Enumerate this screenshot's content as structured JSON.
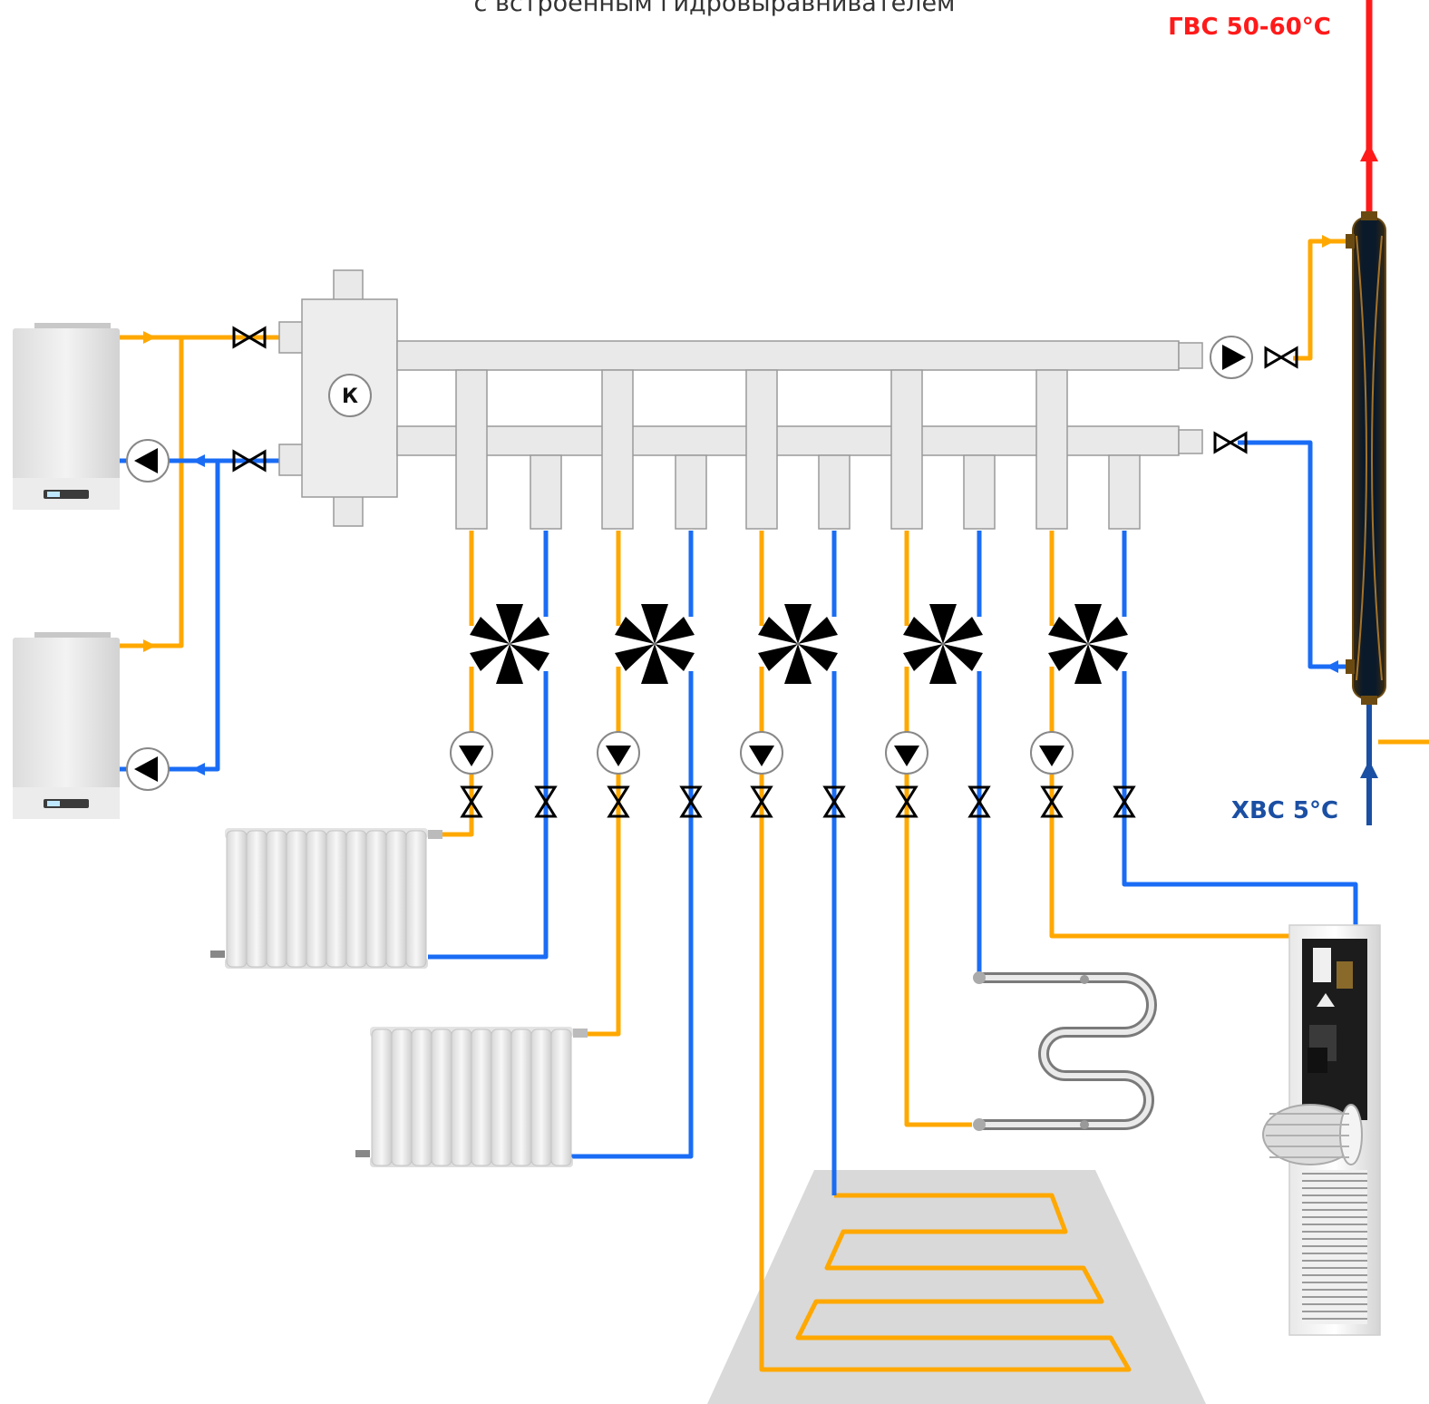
{
  "title_line": "с встроенным гидровыравнивателем",
  "dhw_label": "ГВС 50-60°С",
  "cold_water_label": "ХВС 5°С",
  "hydraulic_separator_letter": "К",
  "colors": {
    "supply": "#FFA800",
    "return": "#1A6CF5",
    "dhw": "#FF1A1A",
    "cold_water": "#1B4FA3",
    "manifold": "#E9E9E9",
    "floor": "#D9D9D9"
  },
  "components": {
    "boilers": [
      "boiler-icon",
      "boiler-icon"
    ],
    "heating_circuits": [
      "radiator",
      "radiator",
      "underfloor-heating",
      "towel-rail",
      "trench-convector"
    ],
    "water_heater": "indirect-water-heater"
  }
}
